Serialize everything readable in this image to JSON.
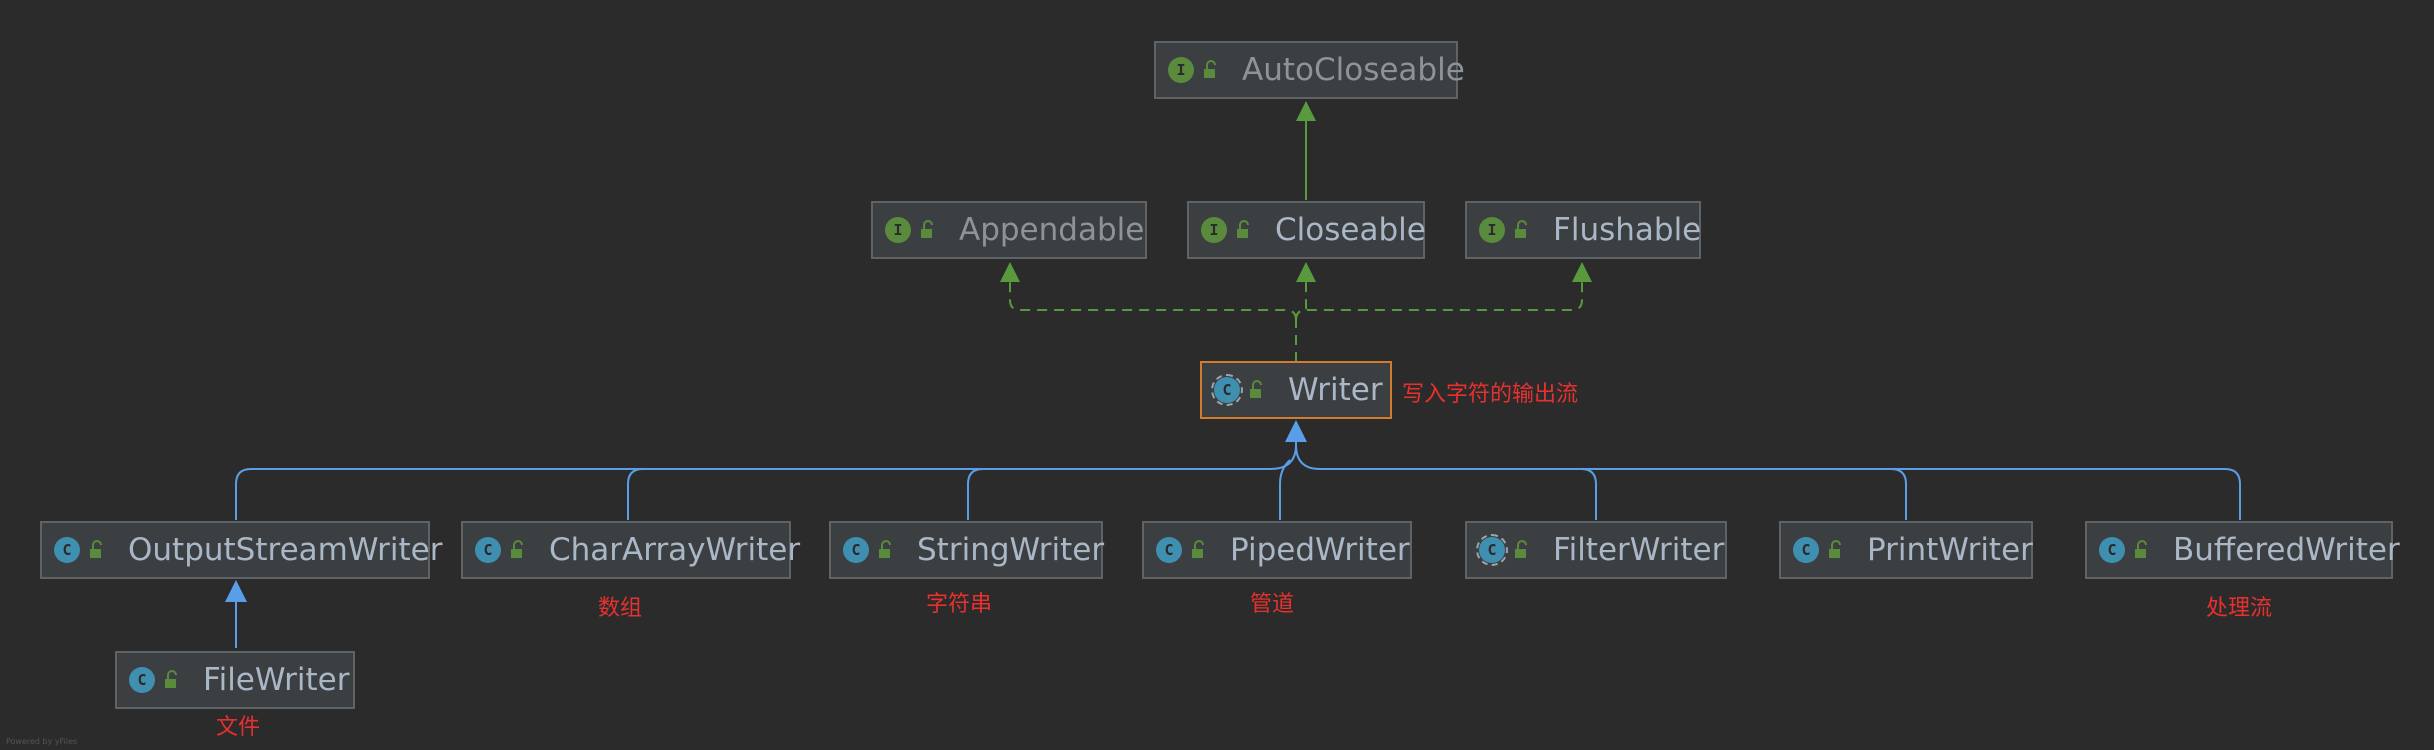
{
  "nodes": {
    "autocloseable": {
      "label": "AutoCloseable",
      "kind": "interface",
      "icon": "interface-icon"
    },
    "appendable": {
      "label": "Appendable",
      "kind": "interface",
      "icon": "interface-icon"
    },
    "closeable": {
      "label": "Closeable",
      "kind": "interface",
      "icon": "interface-icon"
    },
    "flushable": {
      "label": "Flushable",
      "kind": "interface",
      "icon": "interface-icon"
    },
    "writer": {
      "label": "Writer",
      "kind": "abstract-class",
      "icon": "abstract-class-icon"
    },
    "outputstreamwriter": {
      "label": "OutputStreamWriter",
      "kind": "class",
      "icon": "class-icon"
    },
    "chararraywriter": {
      "label": "CharArrayWriter",
      "kind": "class",
      "icon": "class-icon"
    },
    "stringwriter": {
      "label": "StringWriter",
      "kind": "class",
      "icon": "class-icon"
    },
    "pipedwriter": {
      "label": "PipedWriter",
      "kind": "class",
      "icon": "class-icon"
    },
    "filterwriter": {
      "label": "FilterWriter",
      "kind": "abstract-class",
      "icon": "abstract-class-icon"
    },
    "printwriter": {
      "label": "PrintWriter",
      "kind": "class",
      "icon": "class-icon"
    },
    "bufferedwriter": {
      "label": "BufferedWriter",
      "kind": "class",
      "icon": "class-icon"
    },
    "filewriter": {
      "label": "FileWriter",
      "kind": "class",
      "icon": "class-icon"
    }
  },
  "annotations": {
    "writer": "写入字符的输出流",
    "chararraywriter": "数组",
    "stringwriter": "字符串",
    "pipedwriter": "管道",
    "bufferedwriter": "处理流",
    "filewriter": "文件"
  },
  "icon_letters": {
    "interface": "I",
    "class": "C"
  },
  "colors": {
    "background": "#2b2b2b",
    "node_fill": "#3c3f41",
    "node_border": "#5f6366",
    "selected_border": "#d07b2d",
    "interface_edge": "#5a9a3e",
    "extends_edge": "#5b9ee8",
    "annotation": "#e8312e"
  },
  "watermark": "Powered by yFiles"
}
